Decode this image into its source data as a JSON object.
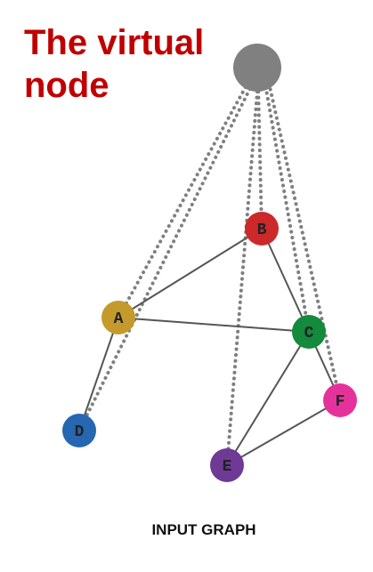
{
  "title": "The virtual node",
  "caption": "INPUT GRAPH",
  "colors": {
    "title": "#c00000",
    "edge": "#555555",
    "virtual_edge": "#7f7f7f",
    "virtual_node": "#808080"
  },
  "nodes": [
    {
      "id": "virtual",
      "label": "",
      "color": "#808080"
    },
    {
      "id": "A",
      "label": "A",
      "color": "#c49a2c"
    },
    {
      "id": "B",
      "label": "B",
      "color": "#cc2a2a"
    },
    {
      "id": "C",
      "label": "C",
      "color": "#138a3c"
    },
    {
      "id": "D",
      "label": "D",
      "color": "#2766b0"
    },
    {
      "id": "E",
      "label": "E",
      "color": "#6f3a96"
    },
    {
      "id": "F",
      "label": "F",
      "color": "#e5329a"
    }
  ],
  "edges": [
    [
      "A",
      "B"
    ],
    [
      "A",
      "C"
    ],
    [
      "A",
      "D"
    ],
    [
      "B",
      "C"
    ],
    [
      "C",
      "E"
    ],
    [
      "C",
      "F"
    ],
    [
      "E",
      "F"
    ]
  ],
  "virtual_edges": [
    "A",
    "B",
    "C",
    "D",
    "E",
    "F"
  ]
}
